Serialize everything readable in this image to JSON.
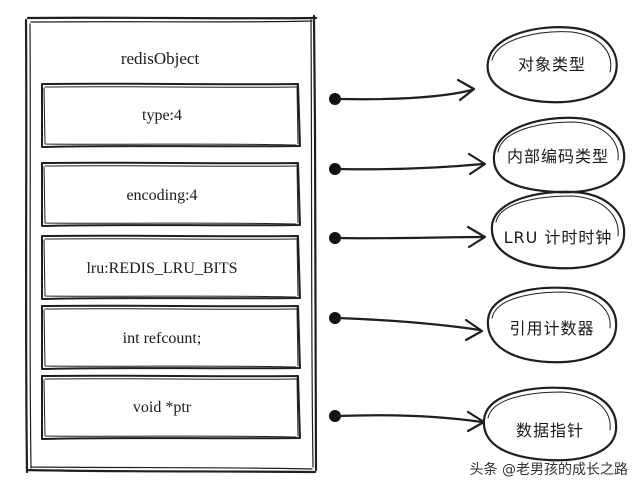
{
  "object": {
    "title": "redisObject",
    "fields": [
      {
        "label": "type:4",
        "description": "对象类型"
      },
      {
        "label": "encoding:4",
        "description": "内部编码类型"
      },
      {
        "label": "lru:REDIS_LRU_BITS",
        "description": "LRU 计时时钟"
      },
      {
        "label": "int refcount;",
        "description": "引用计数器"
      },
      {
        "label": "void *ptr",
        "description": "数据指针"
      }
    ]
  },
  "watermark": "头条 @老男孩的成长之路",
  "colors": {
    "ink": "#1f1f1f",
    "background": "#ffffff"
  }
}
